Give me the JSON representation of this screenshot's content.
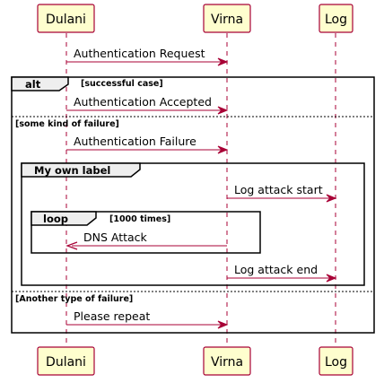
{
  "participants": [
    {
      "id": "dulani",
      "label": "Dulani"
    },
    {
      "id": "virna",
      "label": "Virna"
    },
    {
      "id": "log",
      "label": "Log"
    }
  ],
  "messages": {
    "auth_request": "Authentication Request",
    "auth_accepted": "Authentication Accepted",
    "auth_failure": "Authentication Failure",
    "log_attack_start": "Log attack start",
    "dns_attack": "DNS Attack",
    "log_attack_end": "Log attack end",
    "please_repeat": "Please repeat"
  },
  "frames": {
    "alt": {
      "label": "alt",
      "guard": "[successful case]"
    },
    "else_1": {
      "guard": "[some kind of failure]"
    },
    "group": {
      "label": "My own label"
    },
    "loop": {
      "label": "loop",
      "guard": "[1000 times]"
    },
    "else_2": {
      "guard": "[Another type of failure]"
    }
  },
  "colors": {
    "participant_fill": "#FEFECE",
    "accent": "#A80036",
    "frame_tab": "#EEEEEE"
  }
}
